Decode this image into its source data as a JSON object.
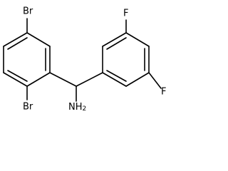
{
  "molecule": {
    "labels": {
      "br_top": "Br",
      "br_bottom": "Br",
      "f_top": "F",
      "f_bottom": "F",
      "amine": "NH",
      "amine_subscript": "2"
    }
  }
}
